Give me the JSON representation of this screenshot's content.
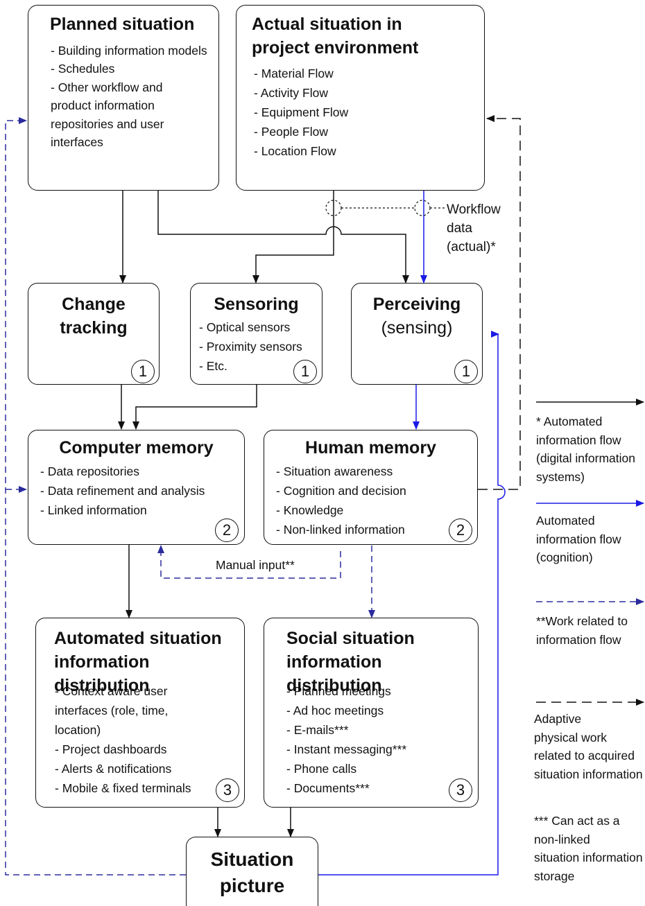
{
  "boxes": {
    "planned": {
      "title": "Planned situation",
      "items": [
        "- Building information models",
        "- Schedules",
        "-  Other workflow and",
        "product information",
        "repositories and user",
        "interfaces"
      ]
    },
    "actual": {
      "title_line1": "Actual situation in",
      "title_line2": "project environment",
      "items": [
        "- Material Flow",
        "- Activity Flow",
        "- Equipment Flow",
        "- People Flow",
        "- Location Flow"
      ]
    },
    "change_tracking": {
      "title_line1": "Change",
      "title_line2": "tracking",
      "num": "1"
    },
    "sensoring": {
      "title": "Sensoring",
      "items": [
        "- Optical sensors",
        "- Proximity sensors",
        "- Etc."
      ],
      "num": "1"
    },
    "perceiving": {
      "title_line1": "Perceiving",
      "title_line2": "(sensing)",
      "num": "1"
    },
    "computer_memory": {
      "title": "Computer memory",
      "items": [
        "- Data repositories",
        "- Data refinement and analysis",
        "- Linked information"
      ],
      "num": "2"
    },
    "human_memory": {
      "title": "Human memory",
      "items": [
        "- Situation awareness",
        "- Cognition and decision",
        "- Knowledge",
        "- Non-linked information"
      ],
      "num": "2"
    },
    "automated_dist": {
      "title_line1": "Automated situation",
      "title_line2": "information distribution",
      "items": [
        "- Context aware user",
        "interfaces (role, time,",
        "location)",
        "- Project dashboards",
        "- Alerts & notifications",
        "- Mobile & fixed terminals"
      ],
      "num": "3"
    },
    "social_dist": {
      "title_line1": "Social situation",
      "title_line2": "information distribution",
      "items": [
        "- Planned meetings",
        "- Ad hoc meetings",
        "- E-mails***",
        "- Instant messaging***",
        "- Phone calls",
        "- Documents***"
      ],
      "num": "3"
    },
    "situation_picture": {
      "title_line1": "Situation",
      "title_line2": "picture"
    }
  },
  "labels": {
    "workflow_data": [
      "Workflow",
      "data",
      "(actual)*"
    ],
    "manual_input": "Manual input**"
  },
  "legend": {
    "automated_digital": [
      "* Automated",
      "information flow",
      "(digital information",
      "systems)"
    ],
    "automated_cognition": [
      "Automated",
      "information flow",
      "(cognition)"
    ],
    "work_related": [
      "**Work related to",
      "information flow"
    ],
    "adaptive_physical": [
      "Adaptive",
      "physical work",
      "related to acquired",
      "situation information"
    ],
    "non_linked": [
      "*** Can act as a",
      "non-linked",
      "situation information",
      "storage"
    ]
  },
  "colors": {
    "black_flow": "#111111",
    "blue_flow": "#1a1ae6",
    "dashed_flow": "#2b2b9e"
  },
  "icons": [
    "crane-icon",
    "building-icon",
    "truck-icon"
  ]
}
